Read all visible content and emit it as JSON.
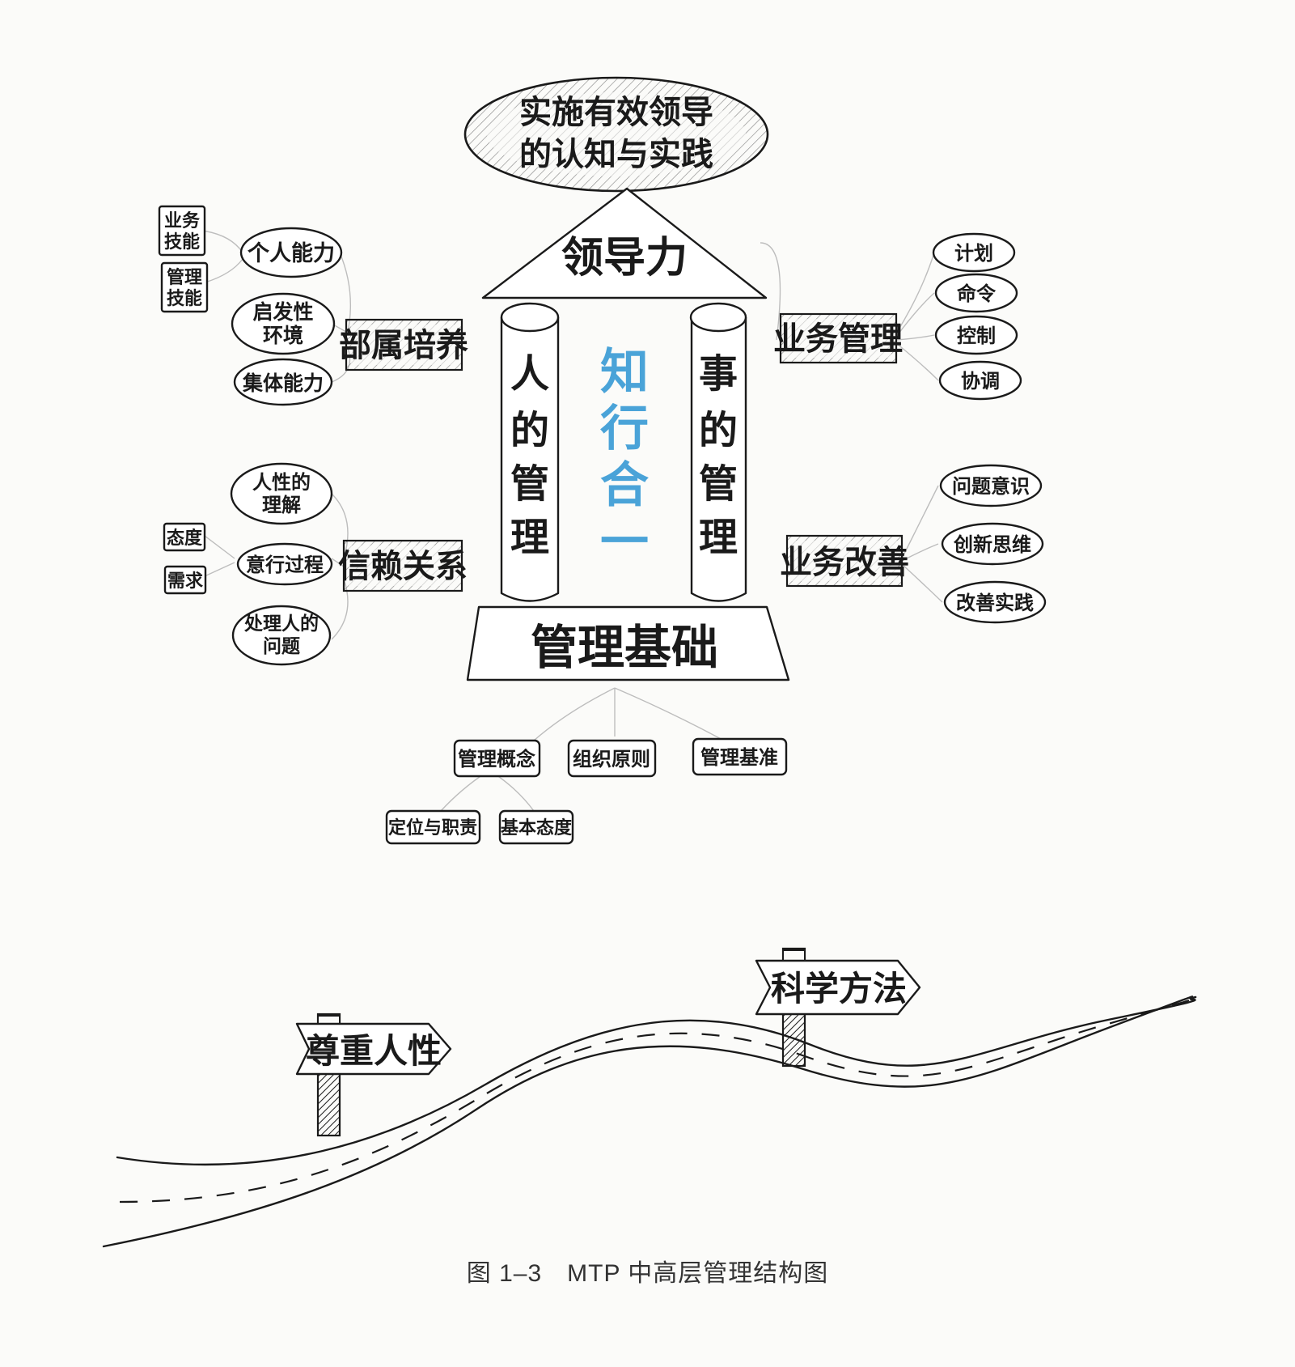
{
  "diagram": {
    "goal": {
      "line1": "实施有效领导",
      "line2": "的认知与实践"
    },
    "roof": "领导力",
    "left_pillar": [
      "人",
      "的",
      "管",
      "理"
    ],
    "center_text": [
      "知",
      "行",
      "合",
      "一"
    ],
    "right_pillar": [
      "事",
      "的",
      "管",
      "理"
    ],
    "base": "管理基础",
    "base_items": [
      "管理概念",
      "组织原则",
      "管理基准",
      "定位与职责",
      "基本态度"
    ],
    "left_upper": {
      "hub": "部属培养",
      "nodes": [
        "个人能力",
        "启发性环境",
        "集体能力"
      ],
      "sub_boxes": [
        [
          "业务",
          "技能"
        ],
        [
          "管理",
          "技能"
        ]
      ],
      "env_lines": [
        "启发性",
        "环境"
      ]
    },
    "left_lower": {
      "hub": "信赖关系",
      "nodes": [
        "人性的理解",
        "意行过程",
        "处理人的问题"
      ],
      "lines_node1": [
        "人性的",
        "理解"
      ],
      "lines_node3": [
        "处理人的",
        "问题"
      ],
      "sub_boxes": [
        "态度",
        "需求"
      ]
    },
    "right_upper": {
      "hub": "业务管理",
      "nodes": [
        "计划",
        "命令",
        "控制",
        "协调"
      ]
    },
    "right_lower": {
      "hub": "业务改善",
      "nodes": [
        "问题意识",
        "创新思维",
        "改善实践"
      ]
    },
    "signs": [
      "尊重人性",
      "科学方法"
    ]
  },
  "caption": "图 1–3　MTP 中高层管理结构图",
  "colors": {
    "accent": "#4aa3d8",
    "ink": "#1a1a1a"
  }
}
